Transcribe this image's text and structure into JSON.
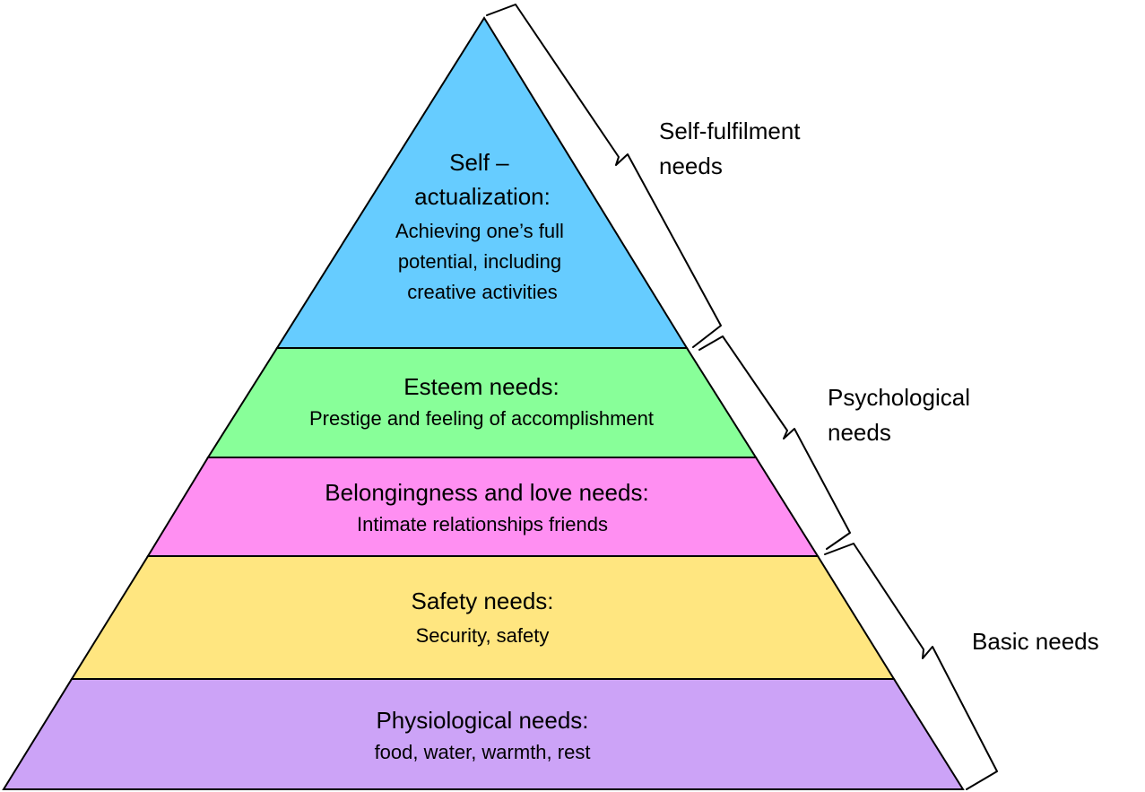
{
  "tiers": [
    {
      "title": [
        "Self –",
        "actualization:"
      ],
      "description": [
        "Achieving one’s full",
        "potential, including",
        "creative activities"
      ],
      "color": "#66CCFF"
    },
    {
      "title": [
        "Esteem needs:"
      ],
      "description": [
        "Prestige and feeling of accomplishment"
      ],
      "color": "#88FF99"
    },
    {
      "title": [
        "Belongingness and love needs:"
      ],
      "description": [
        "Intimate relationships friends"
      ],
      "color": "#FF8FF2"
    },
    {
      "title": [
        "Safety needs:"
      ],
      "description": [
        "Security, safety"
      ],
      "color": "#FFE680"
    },
    {
      "title": [
        "Physiological needs:"
      ],
      "description": [
        "food, water, warmth, rest"
      ],
      "color": "#CCA3F7"
    }
  ],
  "groups": [
    {
      "label": [
        "Self-fulfilment",
        "needs"
      ]
    },
    {
      "label": [
        "Psychological",
        "needs"
      ]
    },
    {
      "label": [
        "Basic needs"
      ]
    }
  ]
}
